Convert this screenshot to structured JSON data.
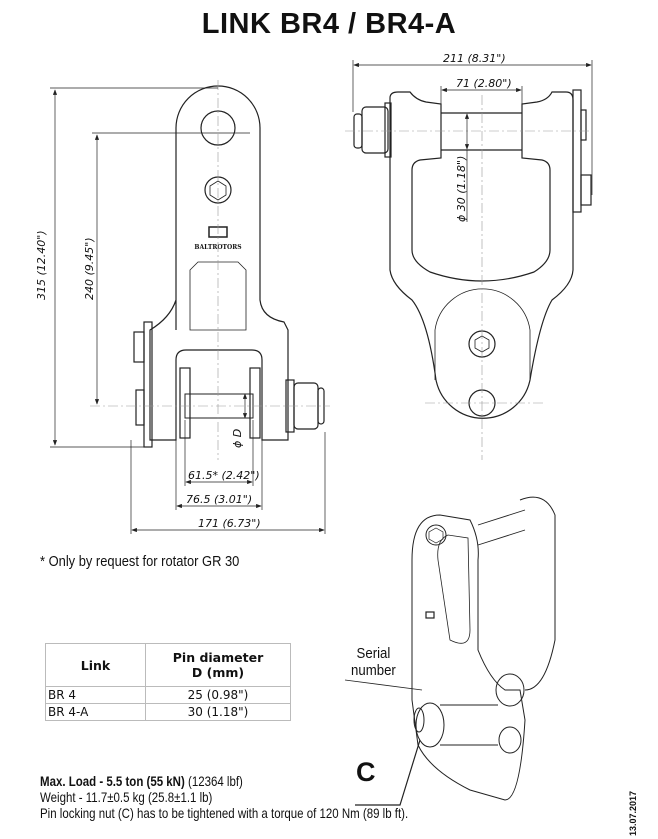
{
  "title": "LINK BR4 / BR4-A",
  "brand_logo": "BALTROTORS",
  "front_view": {
    "dim_total_height": "315 (12.40\")",
    "dim_pin_height": "240 (9.45\")",
    "dim_inner_width": "61.5* (2.42\")",
    "dim_outer_jaw_width": "76.5 (3.01\")",
    "dim_total_width": "171 (6.73\")",
    "pin_label": "ϕ D"
  },
  "side_view": {
    "dim_total_width": "211 (8.31\")",
    "dim_jaw_width": "71 (2.80\")",
    "dim_pin_diameter": "ϕ 30 (1.18\")"
  },
  "footnote": "* Only by request for rotator  GR 30",
  "table": {
    "headers": [
      "Link",
      "Pin diameter\nD (mm)"
    ],
    "header_line1": "Pin diameter",
    "header_line2": "D (mm)",
    "rows": [
      {
        "link": "BR 4",
        "diameter": "25 (0.98\")"
      },
      {
        "link": "BR 4-A",
        "diameter": "30 (1.18\")"
      }
    ]
  },
  "callouts": {
    "serial_line1": "Serial",
    "serial_line2": "number",
    "c": "C"
  },
  "specs": {
    "max_load_bold": "Max. Load - 5.5 ton (55 kN)",
    "max_load_extra": " (12364 lbf)",
    "weight": "Weight - 11.7±0.5 kg (25.8±1.1 lb)",
    "torque_note": "Pin locking nut (C) has to be tightened with a torque of 120 Nm (89 lb ft)."
  },
  "date": "13.07.2017"
}
